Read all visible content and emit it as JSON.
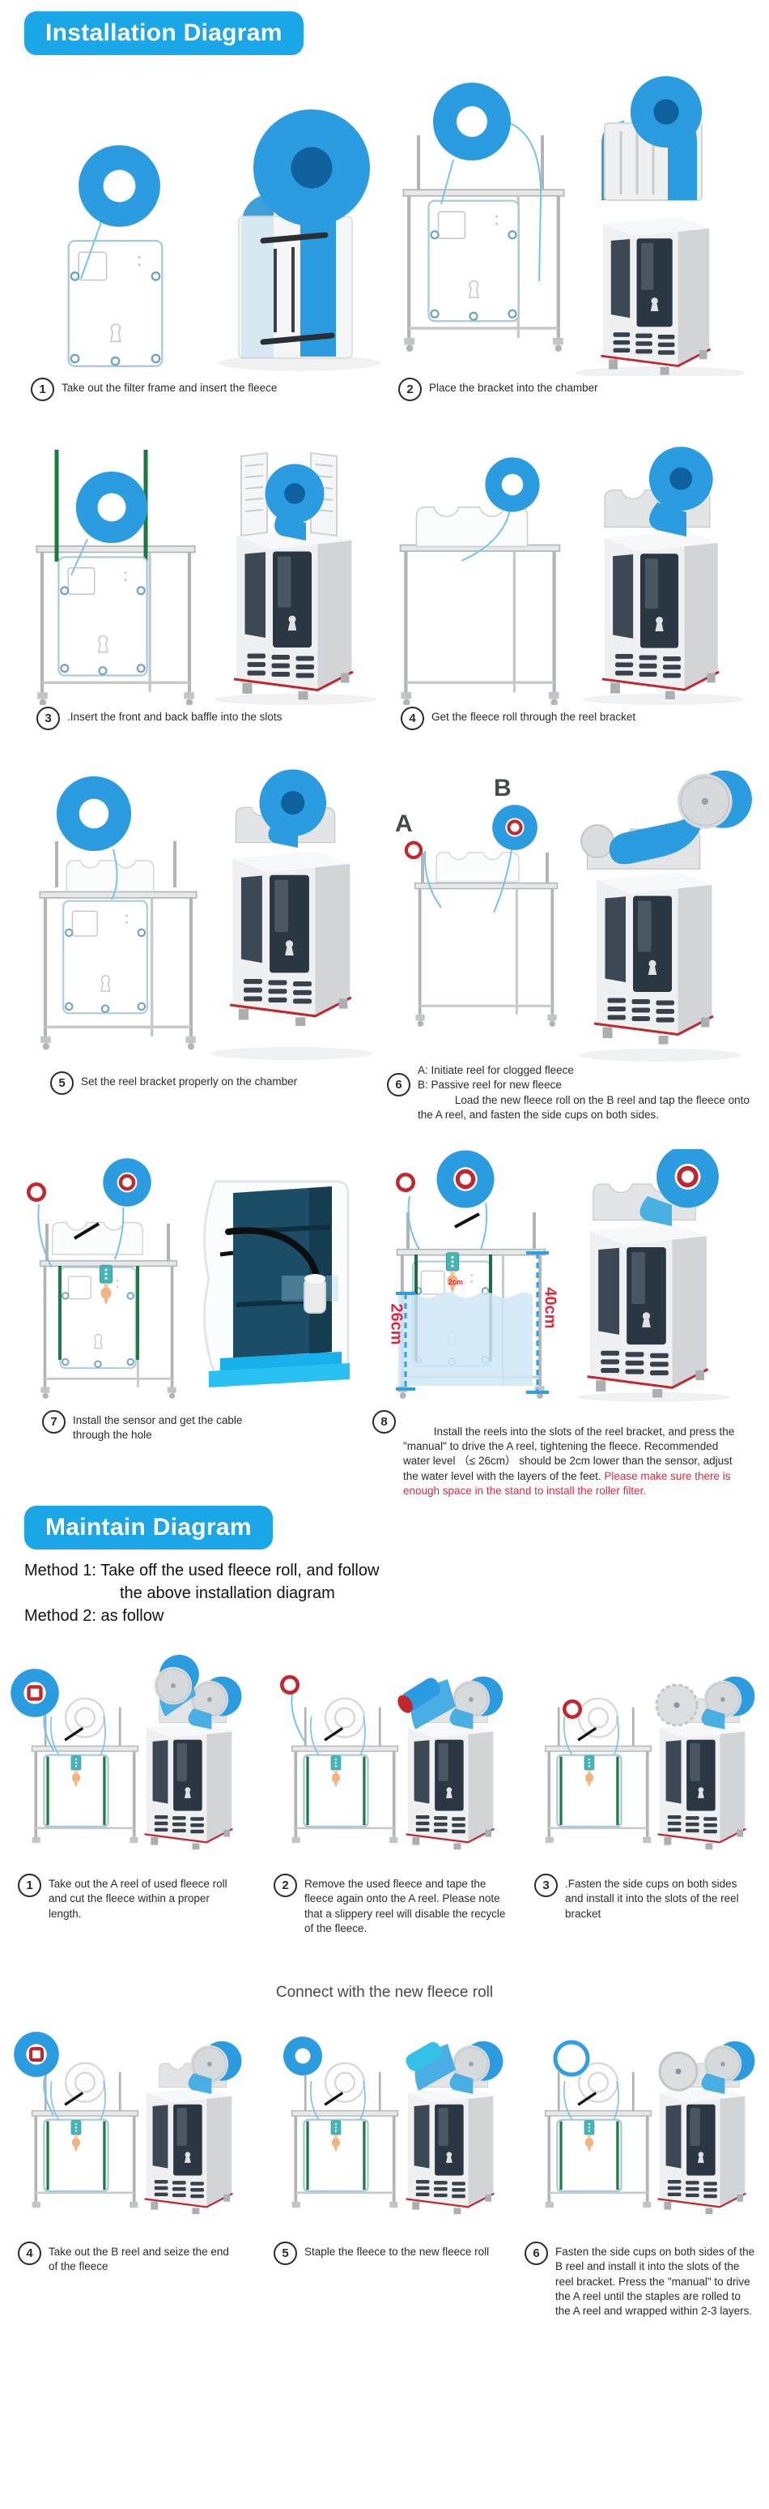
{
  "colors": {
    "badge_blue": "#1ba6e8",
    "roll_blue": "#2b9ce0",
    "warning_red": "#e22741",
    "accent_red_line": "#c1272d",
    "baffle_green": "#1d7a44"
  },
  "install": {
    "title": "Installation Diagram",
    "steps": [
      {
        "num": "1",
        "text": "Take out the filter frame and insert the fleece"
      },
      {
        "num": "2",
        "text": "Place the bracket into the chamber"
      },
      {
        "num": "3",
        "text": ".Insert the front and back baffle into the slots"
      },
      {
        "num": "4",
        "text": "Get the fleece roll through the reel bracket"
      },
      {
        "num": "5",
        "text": "Set the reel bracket properly on the chamber"
      },
      {
        "num": "6",
        "line_a": "A: Initiate reel for clogged fleece",
        "line_b": "B: Passive reel for new fleece",
        "para": "Load the new fleece roll on the B reel and tap the fleece onto the A reel, and fasten the side cups on both sides."
      },
      {
        "num": "7",
        "text": "Install the sensor and get the cable through the hole"
      },
      {
        "num": "8",
        "para_black": "Install the reels into the slots of the reel bracket, and press the \"manual\" to drive the A reel, tightening the fleece. Recommended water level （≤ 26cm） should be 2cm lower than the sensor, adjust the water level with the layers of the feet. ",
        "para_red": "Please make sure there is enough space in the stand to install the roller filter."
      }
    ],
    "annotations": {
      "reel_a": "A",
      "reel_b": "B",
      "water_level": "26cm",
      "stand_height": "40cm",
      "sensor_gap": "2cm"
    }
  },
  "maintain": {
    "title": "Maintain Diagram",
    "method1_line1": "Method 1: Take off the used fleece roll, and follow",
    "method1_line2": "the above installation diagram",
    "method2": "Method 2: as follow",
    "connect_heading": "Connect with the new fleece roll",
    "steps": [
      {
        "num": "1",
        "text": "Take out the A reel of used fleece roll and cut the fleece within a proper length."
      },
      {
        "num": "2",
        "text": "Remove the used fleece and tape the fleece again onto the A reel. Please note that a slippery reel will disable the recycle of the fleece."
      },
      {
        "num": "3",
        "text": ".Fasten the side cups on both sides and install it into the slots of the reel bracket"
      },
      {
        "num": "4",
        "text": "Take out the B reel and seize the end of the fleece"
      },
      {
        "num": "5",
        "text": "Staple the fleece to the new fleece roll"
      },
      {
        "num": "6",
        "text": "Fasten the side cups on both sides of the B reel and install it into the slots of the reel bracket. Press the \"manual\" to drive the A reel until the staples are rolled to the A reel and wrapped within 2-3 layers."
      }
    ]
  }
}
